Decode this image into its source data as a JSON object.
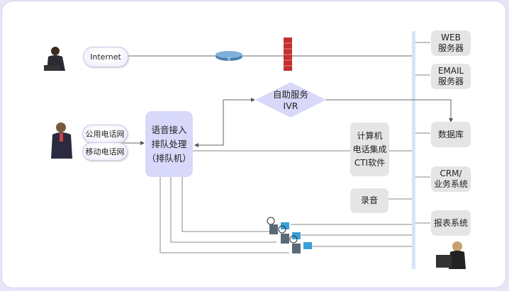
{
  "diagram": {
    "internet_cloud": "Internet",
    "phone_clouds": [
      "公用电话网",
      "移动电话网"
    ],
    "queue_lines": [
      "语音接入",
      "排队处理",
      "（排队机）"
    ],
    "ivr_lines": [
      "自助服务",
      "IVR"
    ],
    "cti_lines": [
      "计算机",
      "电话集成",
      "CTI软件"
    ],
    "recording": "录音",
    "servers": [
      {
        "lines": [
          "WEB",
          "服务器"
        ]
      },
      {
        "lines": [
          "EMAIL",
          "服务器"
        ]
      },
      {
        "lines": [
          "数据库"
        ]
      },
      {
        "lines": [
          "CRM/",
          "业务系统"
        ]
      },
      {
        "lines": [
          "报表系统"
        ]
      }
    ],
    "icons": [
      "internet-user-icon",
      "router-icon",
      "firewall-icon",
      "phone-user-icon",
      "agent-workstations-icon",
      "supervisor-icon"
    ]
  }
}
